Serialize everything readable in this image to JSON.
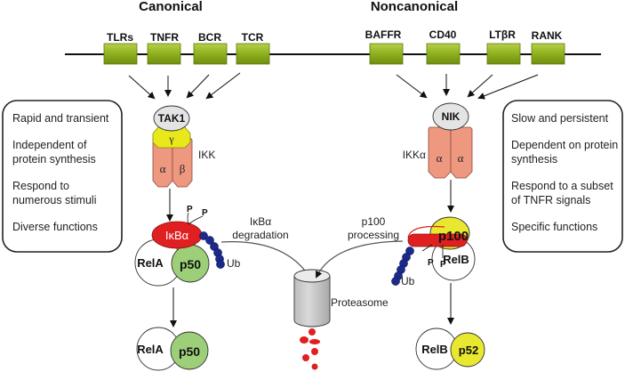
{
  "headers": {
    "canonical": "Canonical",
    "noncanonical": "Noncanonical"
  },
  "receptors": {
    "canonical": [
      "TLRs",
      "TNFR",
      "BCR",
      "TCR"
    ],
    "noncanonical": [
      "BAFFR",
      "CD40",
      "LTβR",
      "RANK"
    ]
  },
  "left_box": {
    "lines": [
      "Rapid and transient",
      "Independent of",
      "protein synthesis",
      "Respond to",
      "numerous stimuli",
      "Diverse functions"
    ]
  },
  "right_box": {
    "lines": [
      "Slow and persistent",
      "Dependent on protein",
      "synthesis",
      "Respond to a subset",
      "of TNFR signals",
      "Specific functions"
    ]
  },
  "canonical_path": {
    "kinase": "TAK1",
    "ikk_label": "IKK",
    "gamma": "γ",
    "alpha": "α",
    "beta": "β",
    "inhibitor": "IκBα",
    "phospho": "P",
    "ub": "Ub",
    "rela": "RelA",
    "p50": "p50",
    "step_line1": "IκBα",
    "step_line2": "degradation"
  },
  "noncanonical_path": {
    "kinase": "NIK",
    "ikk_label": "IKKα",
    "alpha": "α",
    "p100": "p100",
    "relb": "RelB",
    "p52": "p52",
    "phospho": "P",
    "ub": "Ub",
    "step_line1": "p100",
    "step_line2": "processing"
  },
  "proteasome": {
    "label": "Proteasome"
  },
  "colors": {
    "receptor": "#8fb01e",
    "ikk": "#ee9880",
    "gamma": "#e8e81a",
    "ikba": "#e02020",
    "p50": "#9ccf78",
    "p100": "#e8e830",
    "ub": "#1c2a8a",
    "kinase": "#e4e4e4",
    "proteasome": "#cfcfcf"
  }
}
